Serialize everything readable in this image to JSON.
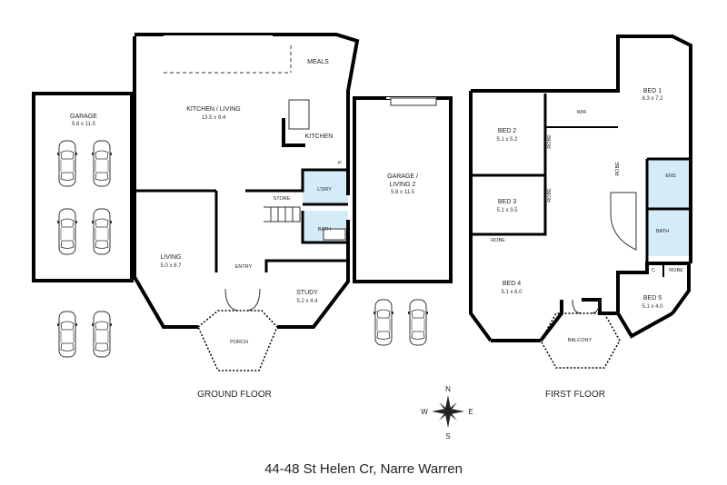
{
  "ground_floor": {
    "title": "GROUND FLOOR",
    "rooms": {
      "garage": {
        "name": "GARAGE",
        "dims": "5.8 x 11.5"
      },
      "meals": {
        "name": "MEALS"
      },
      "kitchen_living": {
        "name": "KITCHEN / LIVING",
        "dims": "13.5 x 9.4"
      },
      "kitchen": {
        "name": "KITCHEN"
      },
      "laundry": {
        "name": "L'DRY"
      },
      "pantry": {
        "name": "P"
      },
      "store": {
        "name": "STORE"
      },
      "bath": {
        "name": "BATH"
      },
      "garage_living2_line1": {
        "name": "GARAGE /"
      },
      "garage_living2_line2": {
        "name": "LIVING 2",
        "dims": "5.8 x 11.5"
      },
      "living": {
        "name": "LIVING",
        "dims": "5.0 x 8.7"
      },
      "entry": {
        "name": "ENTRY"
      },
      "study": {
        "name": "STUDY",
        "dims": "5.2 x 4.4"
      },
      "porch": {
        "name": "PORCH"
      }
    }
  },
  "first_floor": {
    "title": "FIRST FLOOR",
    "rooms": {
      "bed1": {
        "name": "BED 1",
        "dims": "8.3 x 7.2"
      },
      "wir": {
        "name": "WIR"
      },
      "bed2": {
        "name": "BED 2",
        "dims": "5.1 x 5.2"
      },
      "bed3": {
        "name": "BED 3",
        "dims": "5.1 x 3.5"
      },
      "bed4": {
        "name": "BED 4",
        "dims": "5.1 x 6.0"
      },
      "bed5": {
        "name": "BED 5",
        "dims": "5.1 x 4.0"
      },
      "ens": {
        "name": "ENS"
      },
      "bath": {
        "name": "BATH"
      },
      "balcony": {
        "name": "BALCONY"
      },
      "robe": "ROBE",
      "closet": "C"
    }
  },
  "compass": {
    "n": "N",
    "s": "S",
    "e": "E",
    "w": "W"
  },
  "address": "44-48 St Helen Cr, Narre Warren",
  "colors": {
    "wet_area": "#d4ecf8",
    "walls": "#000000"
  }
}
